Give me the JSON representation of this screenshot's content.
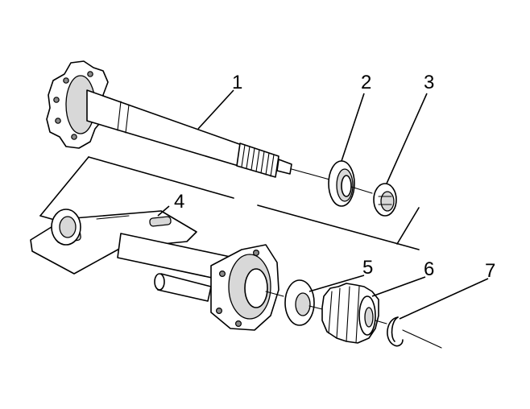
{
  "diagram": {
    "callouts": [
      {
        "id": "1",
        "label": "1"
      },
      {
        "id": "2",
        "label": "2"
      },
      {
        "id": "3",
        "label": "3"
      },
      {
        "id": "4",
        "label": "4"
      },
      {
        "id": "5",
        "label": "5"
      },
      {
        "id": "6",
        "label": "6"
      },
      {
        "id": "7",
        "label": "7"
      }
    ]
  },
  "colors": {
    "line": "#000000",
    "background": "#ffffff",
    "shading": "#d8d8d8"
  }
}
